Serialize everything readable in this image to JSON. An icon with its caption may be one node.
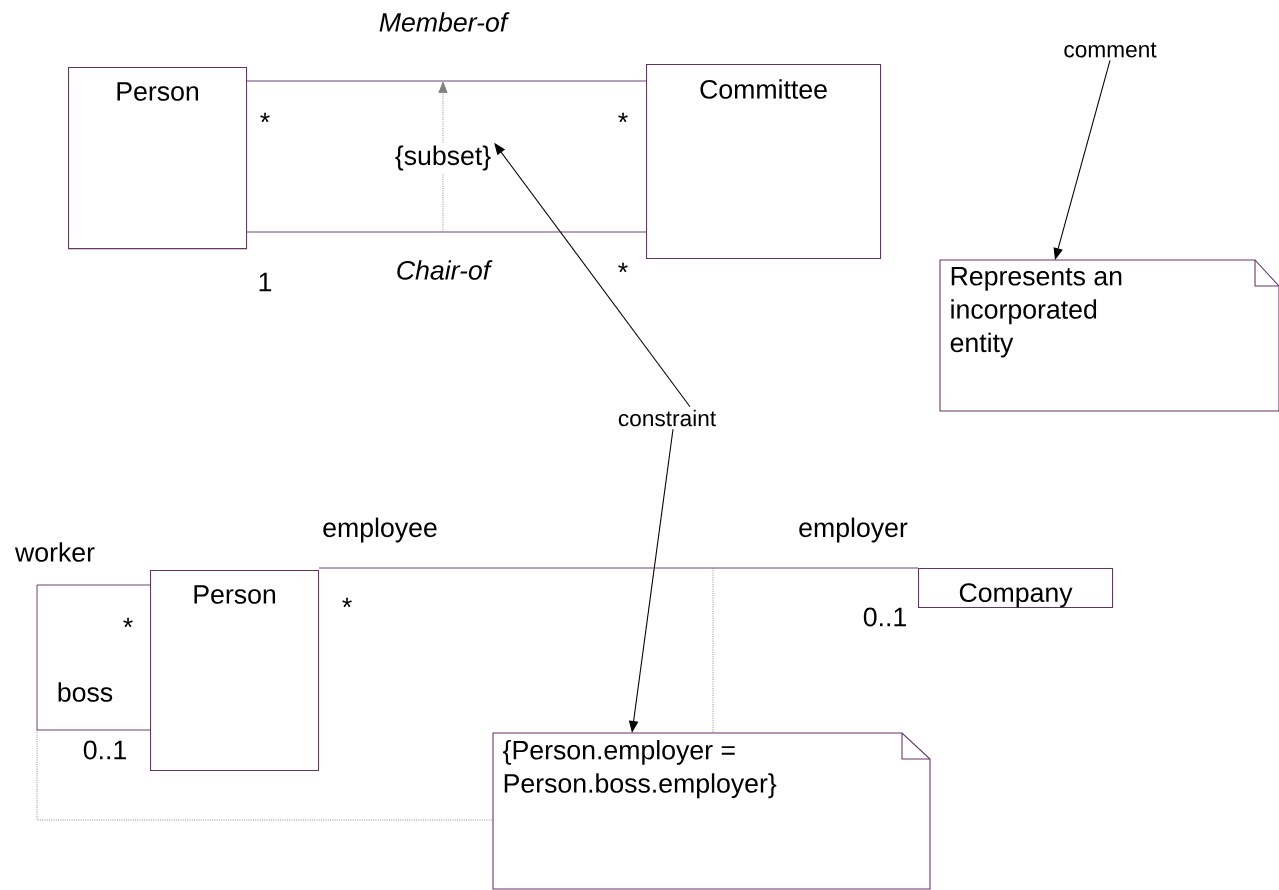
{
  "diagram": {
    "nodes": [
      {
        "text": [
          "Person"
        ]
      },
      {
        "text": [
          "Committee"
        ]
      },
      {
        "text": [
          "{subset}"
        ]
      },
      {
        "text": [
          "comment"
        ]
      },
      {
        "text": [
          "Represents an incorporated entity"
        ]
      },
      {
        "text": [
          "constraint"
        ]
      },
      {
        "text": [
          "Person"
        ]
      },
      {
        "text": [
          "Company"
        ]
      },
      {
        "text": [
          "{Person.employer = Person.boss.employer}"
        ]
      }
    ],
    "edges": [
      {
        "from": 0,
        "to": 1,
        "arrow": "none",
        "label": "Member-of"
      },
      {
        "from": 0,
        "to": 1,
        "arrow": "none",
        "label": "Chair-of"
      },
      {
        "from": null,
        "to": 2,
        "arrow": "none",
        "style": "dashed"
      },
      {
        "from": 2,
        "to": null,
        "arrow": "to",
        "style": "dashed"
      },
      {
        "from": 3,
        "to": 4,
        "arrow": "to",
        "color": "#000000"
      },
      {
        "from": 5,
        "to": 2,
        "arrow": "to",
        "color": "#000000"
      },
      {
        "from": 5,
        "to": 8,
        "arrow": "to",
        "color": "#000000"
      },
      {
        "from": 6,
        "to": 7,
        "arrow": "none"
      },
      {
        "from": 6,
        "to": 6,
        "arrow": "none"
      },
      {
        "from": null,
        "to": 8,
        "arrow": "none",
        "style": "dashed"
      },
      {
        "from": null,
        "to": 8,
        "arrow": "none",
        "style": "dashed"
      }
    ],
    "labels": [
      "*",
      "*",
      "1",
      "*",
      "worker",
      "employee",
      "employer",
      "*",
      "*",
      "0..1",
      "boss",
      "0..1"
    ]
  }
}
